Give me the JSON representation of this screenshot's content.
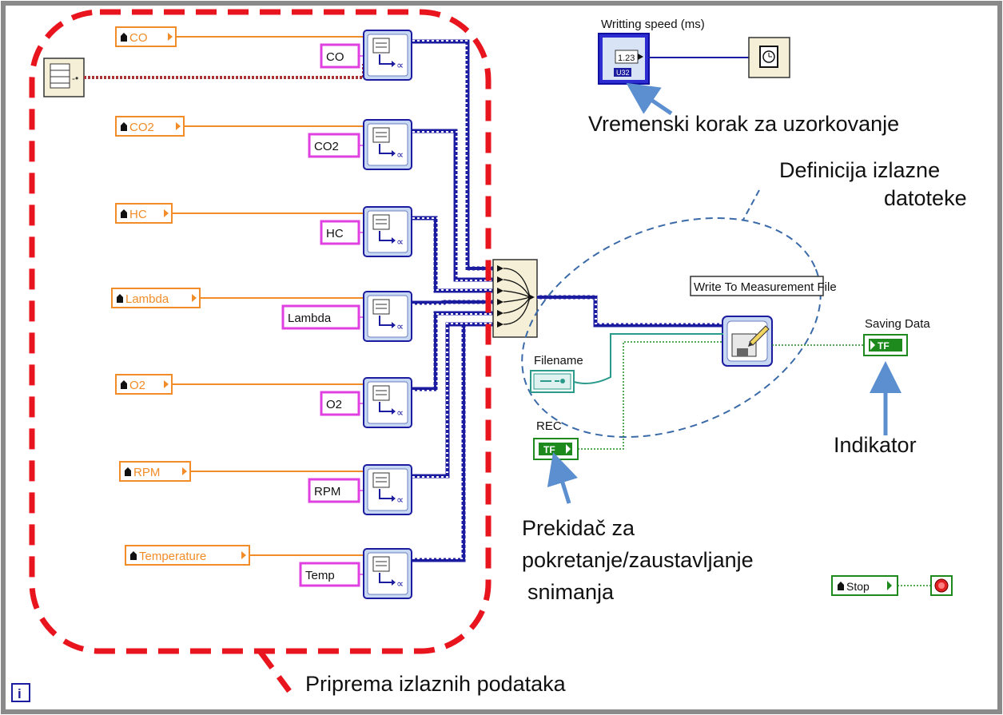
{
  "labels": {
    "writing_speed": "Writting speed (ms)",
    "time_step_note": "Vremenski korak za uzorkovanje",
    "output_file_def_line1": "Definicija izlazne",
    "output_file_def_line2": "datoteke",
    "write_to_file": "Write To Measurement File",
    "filename": "Filename",
    "rec": "REC",
    "saving_data": "Saving Data",
    "indicator_note": "Indikator",
    "switch_note_line1": "Prekidač za",
    "switch_note_line2": "pokretanje/zaustavljanje",
    "switch_note_line3": "snimanja",
    "prep_note": "Priprema izlaznih podataka",
    "stop": "Stop",
    "numeric_display": "1.23",
    "numeric_type": "U32",
    "bool_tf": "TF",
    "info_icon": "i"
  },
  "channels": [
    {
      "local": "CO",
      "constant": "CO"
    },
    {
      "local": "CO2",
      "constant": "CO2"
    },
    {
      "local": "HC",
      "constant": "HC"
    },
    {
      "local": "Lambda",
      "constant": "Lambda"
    },
    {
      "local": "O2",
      "constant": "O2"
    },
    {
      "local": "RPM",
      "constant": "RPM"
    },
    {
      "local": "Temperature",
      "constant": "Temp"
    }
  ],
  "colors": {
    "orange_wire": "#f28c28",
    "pink": "#e040e0",
    "dyn_blue": "#1c1ca0",
    "green": "#1e8a1e",
    "teal": "#2a9a8a",
    "red_dash": "#e8141e",
    "callout_arrow": "#5b8fd0",
    "ellipse": "#3a6aa8"
  }
}
